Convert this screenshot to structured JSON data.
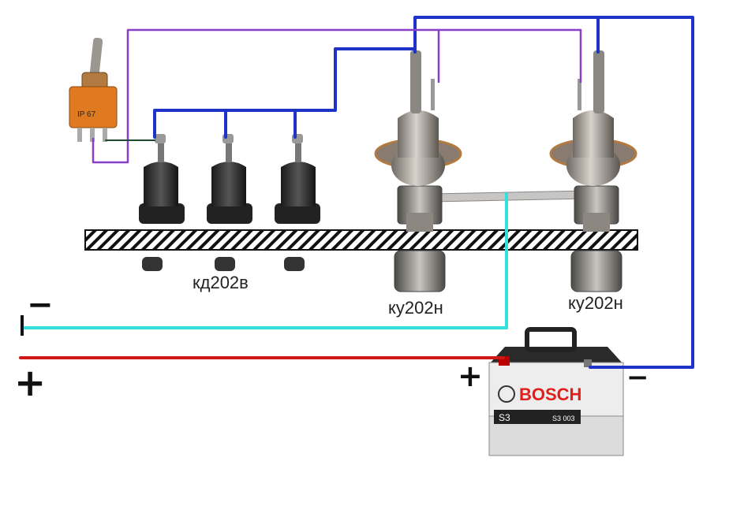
{
  "labels": {
    "diode": "кд202в",
    "thyristor_1": "ку202н",
    "thyristor_2": "ку202н"
  },
  "terminals": {
    "left_minus": "−",
    "left_plus": "+",
    "battery_plus": "+",
    "battery_minus": "−"
  },
  "switch": {
    "marking": "IP 67"
  },
  "battery": {
    "brand": "BOSCH",
    "model": "S3",
    "code": "S3 003"
  },
  "wires": {
    "blue": "#1f33c8",
    "purple": "#8a3fc8",
    "cyan": "#33e0e0",
    "red": "#d01818",
    "dark_green": "#1f4a2c"
  }
}
